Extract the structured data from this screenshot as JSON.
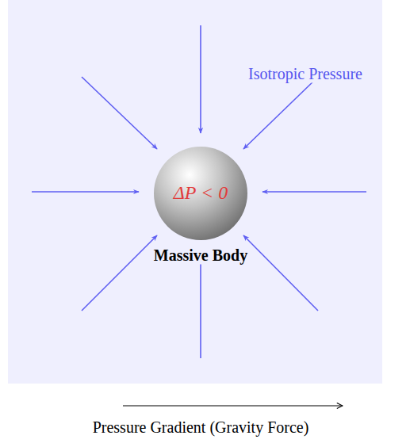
{
  "diagram": {
    "nodes": [
      {
        "text": [
          "ΔP < 0",
          "Massive Body"
        ]
      }
    ],
    "labels": [
      "Isotropic Pressure",
      "Pressure Gradient (Gravity Force)"
    ]
  }
}
